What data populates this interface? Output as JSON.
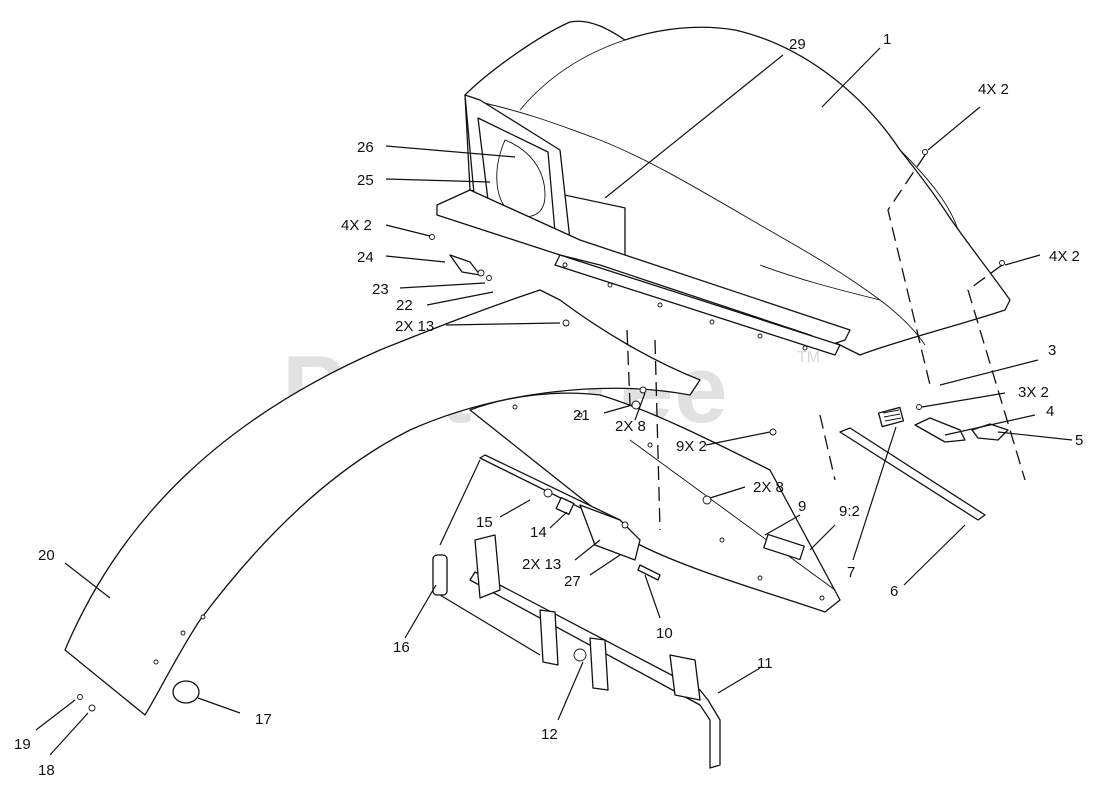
{
  "watermark": {
    "brand": "PartsTree",
    "trademark": "TM"
  },
  "callouts": [
    {
      "id": "c1",
      "text": "1"
    },
    {
      "id": "c29",
      "text": "29"
    },
    {
      "id": "c4x2a",
      "text": "4X 2"
    },
    {
      "id": "c26",
      "text": "26"
    },
    {
      "id": "c25",
      "text": "25"
    },
    {
      "id": "c4x2b",
      "text": "4X 2"
    },
    {
      "id": "c4x2c",
      "text": "4X 2"
    },
    {
      "id": "c24",
      "text": "24"
    },
    {
      "id": "c23",
      "text": "23"
    },
    {
      "id": "c22",
      "text": "22"
    },
    {
      "id": "c2x13a",
      "text": "2X 13"
    },
    {
      "id": "c3",
      "text": "3"
    },
    {
      "id": "c3x2",
      "text": "3X 2"
    },
    {
      "id": "c4",
      "text": "4"
    },
    {
      "id": "c5",
      "text": "5"
    },
    {
      "id": "c21",
      "text": "21"
    },
    {
      "id": "c2x8a",
      "text": "2X 8"
    },
    {
      "id": "c9x2",
      "text": "9X 2"
    },
    {
      "id": "c2x8b",
      "text": "2X 8"
    },
    {
      "id": "c9",
      "text": "9"
    },
    {
      "id": "c92",
      "text": "9:2"
    },
    {
      "id": "c7",
      "text": "7"
    },
    {
      "id": "c6",
      "text": "6"
    },
    {
      "id": "c15",
      "text": "15"
    },
    {
      "id": "c14",
      "text": "14"
    },
    {
      "id": "c2x13b",
      "text": "2X 13"
    },
    {
      "id": "c27",
      "text": "27"
    },
    {
      "id": "c20",
      "text": "20"
    },
    {
      "id": "c16",
      "text": "16"
    },
    {
      "id": "c10",
      "text": "10"
    },
    {
      "id": "c11",
      "text": "11"
    },
    {
      "id": "c12",
      "text": "12"
    },
    {
      "id": "c17",
      "text": "17"
    },
    {
      "id": "c19",
      "text": "19"
    },
    {
      "id": "c18",
      "text": "18"
    }
  ]
}
